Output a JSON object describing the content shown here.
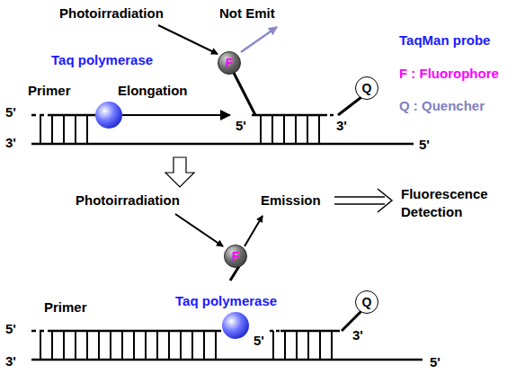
{
  "diagram": {
    "nodes": [
      {
        "text": [
          "F"
        ]
      },
      {
        "text": [
          "Q"
        ]
      },
      {
        "text": [
          "F"
        ]
      },
      {
        "text": [
          "Q"
        ]
      }
    ],
    "labels": [
      "Photoirradiation",
      "Not Emit",
      "Taq polymerase",
      "TaqMan probe",
      "F : Fluorophore",
      "Primer",
      "Elongation",
      "Q : Quencher",
      "5'",
      "5'",
      "3'",
      "3'",
      "5'",
      "Photoirradiation",
      "Emission",
      "Fluorescence Detection",
      "Primer",
      "Taq polymerase",
      "5'",
      "3'",
      "5'",
      "3'",
      "5'"
    ]
  }
}
